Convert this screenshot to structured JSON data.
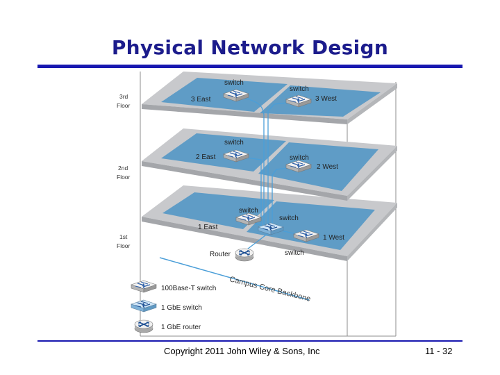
{
  "slide": {
    "title": "Physical Network Design",
    "copyright": "Copyright 2011 John Wiley & Sons, Inc",
    "page_number": "11 - 32"
  },
  "floors": {
    "third": {
      "label_line1": "3rd",
      "label_line2": "Floor",
      "east_label": "3 East",
      "west_label": "3 West"
    },
    "second": {
      "label_line1": "2nd",
      "label_line2": "Floor",
      "east_label": "2 East",
      "west_label": "2 West"
    },
    "first": {
      "label_line1": "1st",
      "label_line2": "Floor",
      "east_label": "1 East",
      "west_label": "1 West"
    }
  },
  "device_labels": {
    "switch": "switch",
    "router": "Router"
  },
  "backbone_label": "Campus Core Backbone",
  "legend": [
    {
      "label": "100Base-T switch"
    },
    {
      "label": "1 GbE switch"
    },
    {
      "label": "1 GbE router"
    }
  ],
  "colors": {
    "title": "#1c1c8c",
    "rule": "#1818b0",
    "floor_plate": "#c8c9cc",
    "floor_edge": "#8e9094",
    "zone": "#5f9cc6",
    "cable": "#4a9ed8",
    "switch_top": "#eeeeee"
  }
}
